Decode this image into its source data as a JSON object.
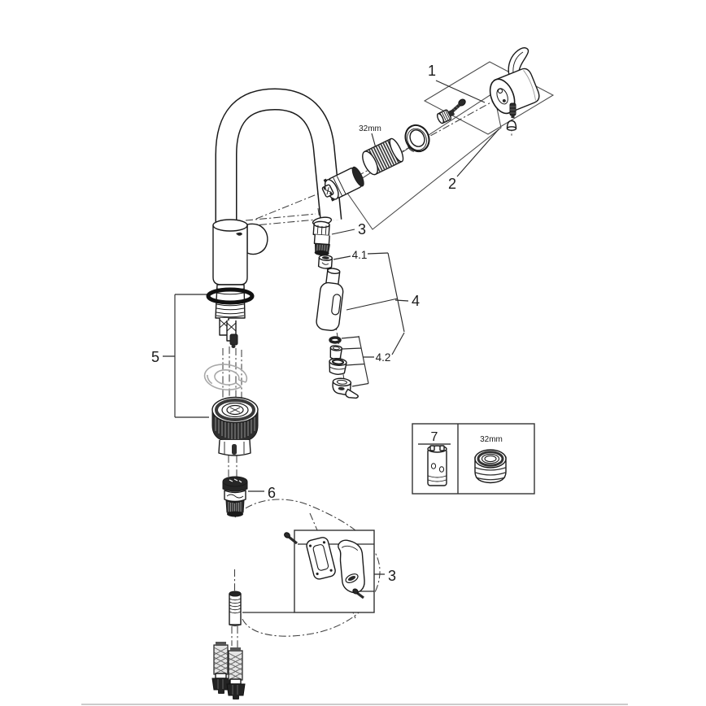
{
  "diagram": {
    "callouts": {
      "c1": "1",
      "c2": "2",
      "c3_spray": "3",
      "c3_holder": "3",
      "c4": "4",
      "c4_1": "4.1",
      "c4_2": "4.2",
      "c5": "5",
      "c6": "6",
      "c7": "7"
    },
    "dimensions": {
      "cartridge_nut_size": "32mm",
      "box_nut_size": "32mm"
    },
    "colors": {
      "line": "#1a1a1a",
      "dark_part": "#2b2b2b",
      "washer_gray": "#a8a8a8",
      "construction_line": "#4a4a4a",
      "divider": "#cccccc",
      "background": "#ffffff"
    }
  }
}
